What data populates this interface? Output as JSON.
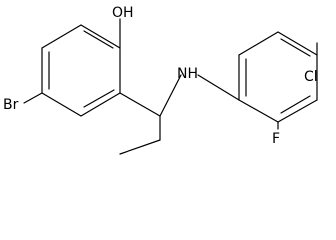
{
  "molecule": {
    "atoms": {
      "oh": "OH",
      "br": "Br",
      "nh": "NH",
      "cl": "Cl",
      "f": "F"
    }
  }
}
